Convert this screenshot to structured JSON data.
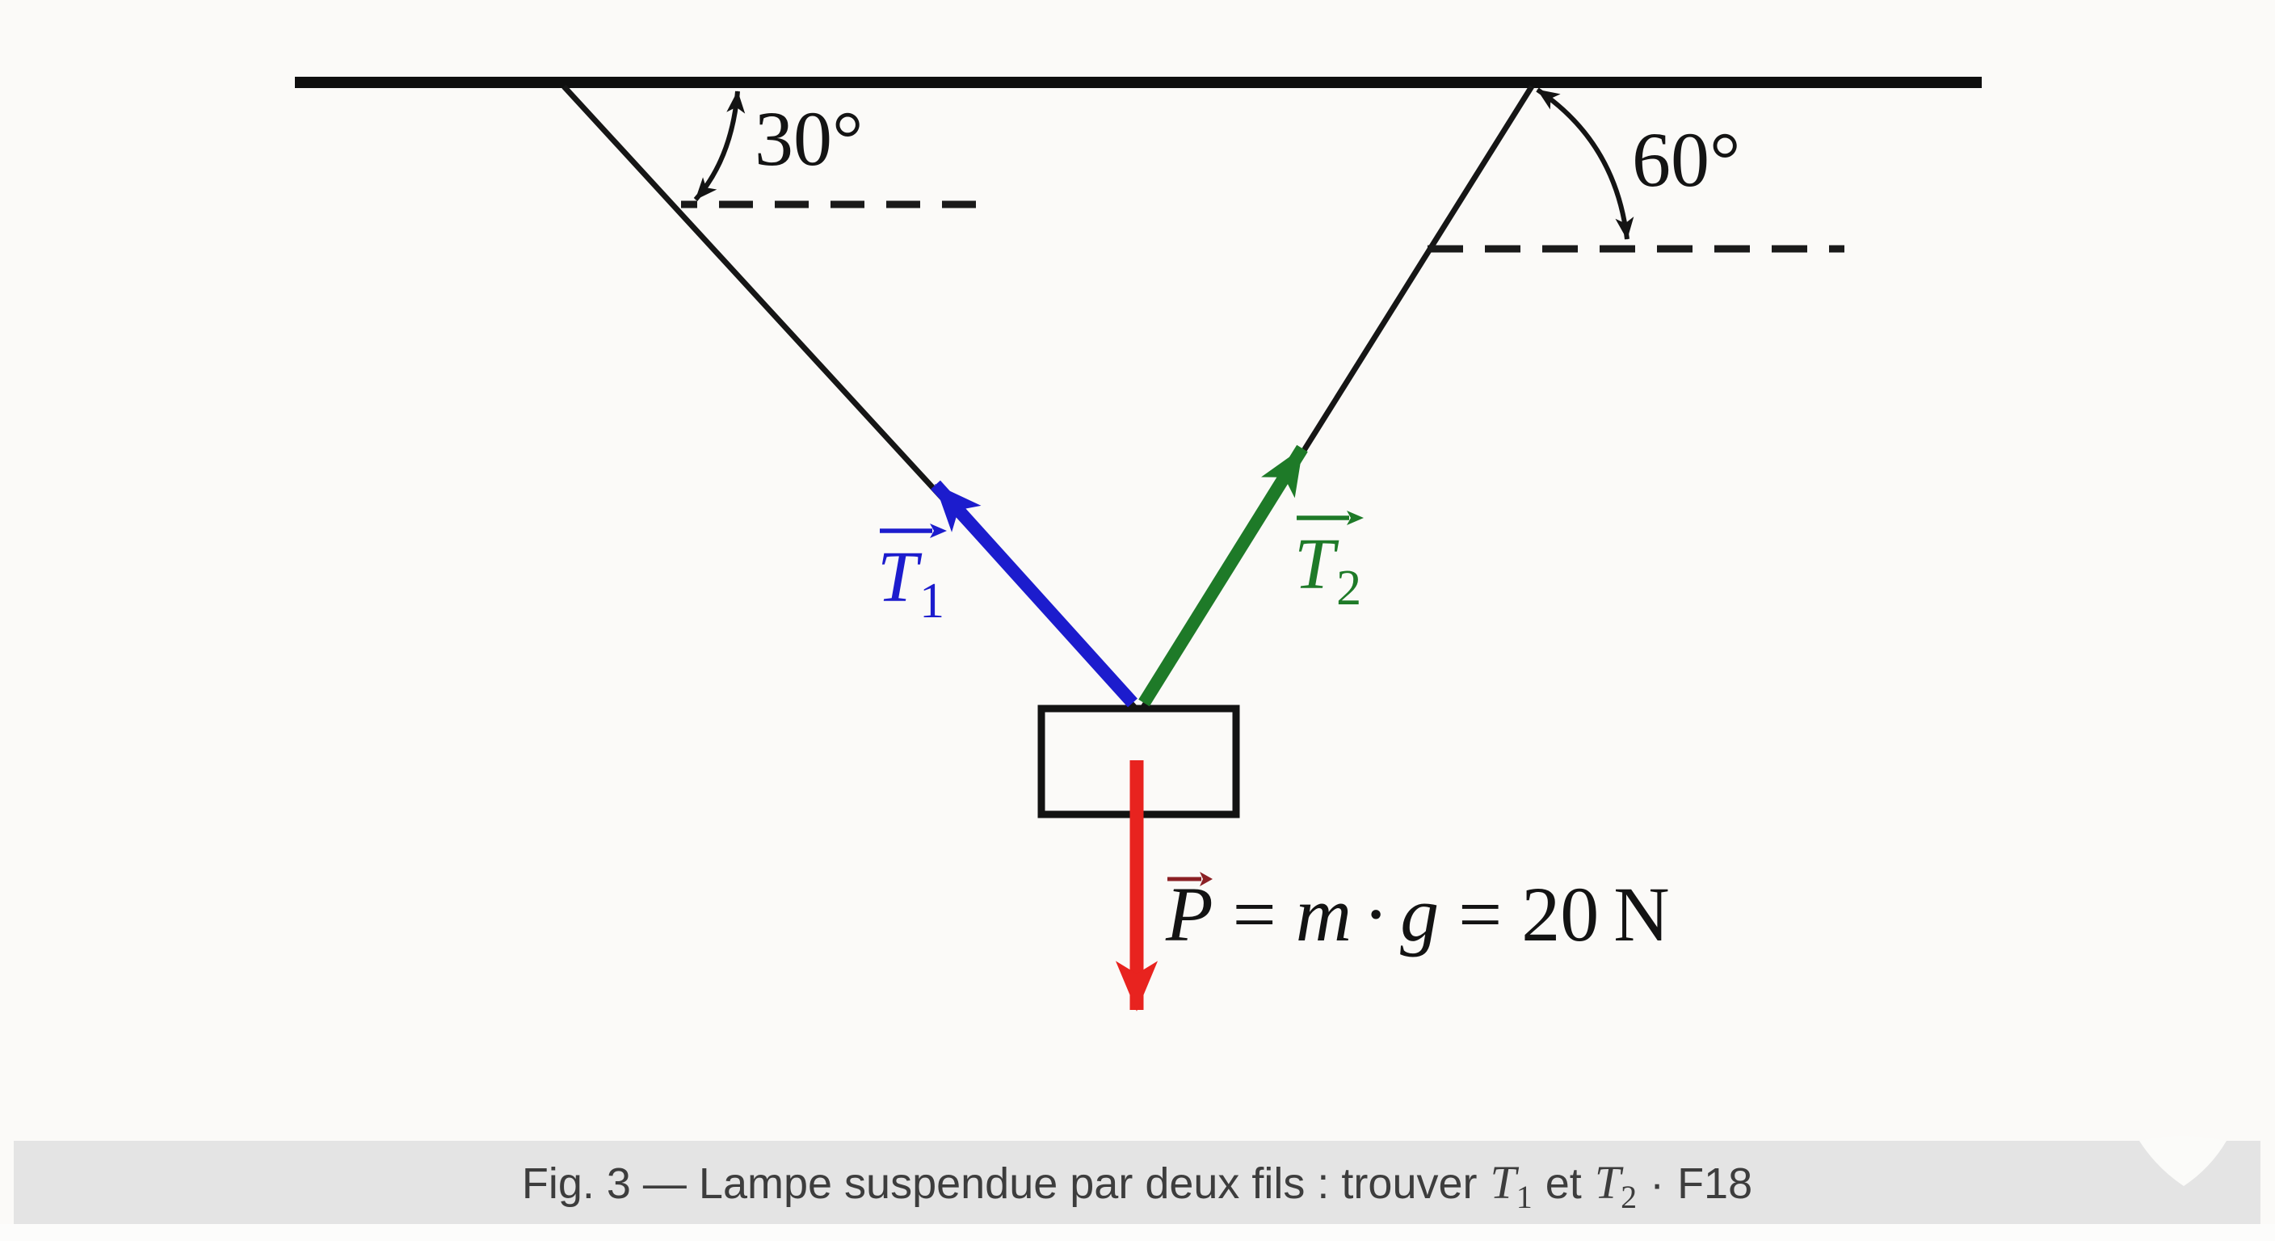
{
  "figure": {
    "angle_left": "30°",
    "angle_right": "60°",
    "tension1": {
      "symbol": "T",
      "subscript": "1"
    },
    "tension2": {
      "symbol": "T",
      "subscript": "2"
    },
    "weight": {
      "symbol": "P",
      "eq1": "=",
      "mass": "m",
      "dot": "·",
      "gravity": "g",
      "eq2": "=",
      "value": "20",
      "unit": "N"
    }
  },
  "caption": {
    "prefix": "Fig. 3 — Lampe suspendue par deux fils : trouver",
    "t1": "T",
    "t1_sub": "1",
    "and": "et",
    "t2": "T",
    "t2_sub": "2",
    "sep": "·",
    "code": "F18"
  },
  "colors": {
    "tension1": "#1c1ccd",
    "tension2": "#1e7a28",
    "weight": "#e8231f",
    "weight_vector_accent": "#8b2025",
    "ink": "#141414",
    "caption_bar": "#e4e4e4",
    "caption_text": "#3d3d3d",
    "background": "#fbfaf8"
  }
}
